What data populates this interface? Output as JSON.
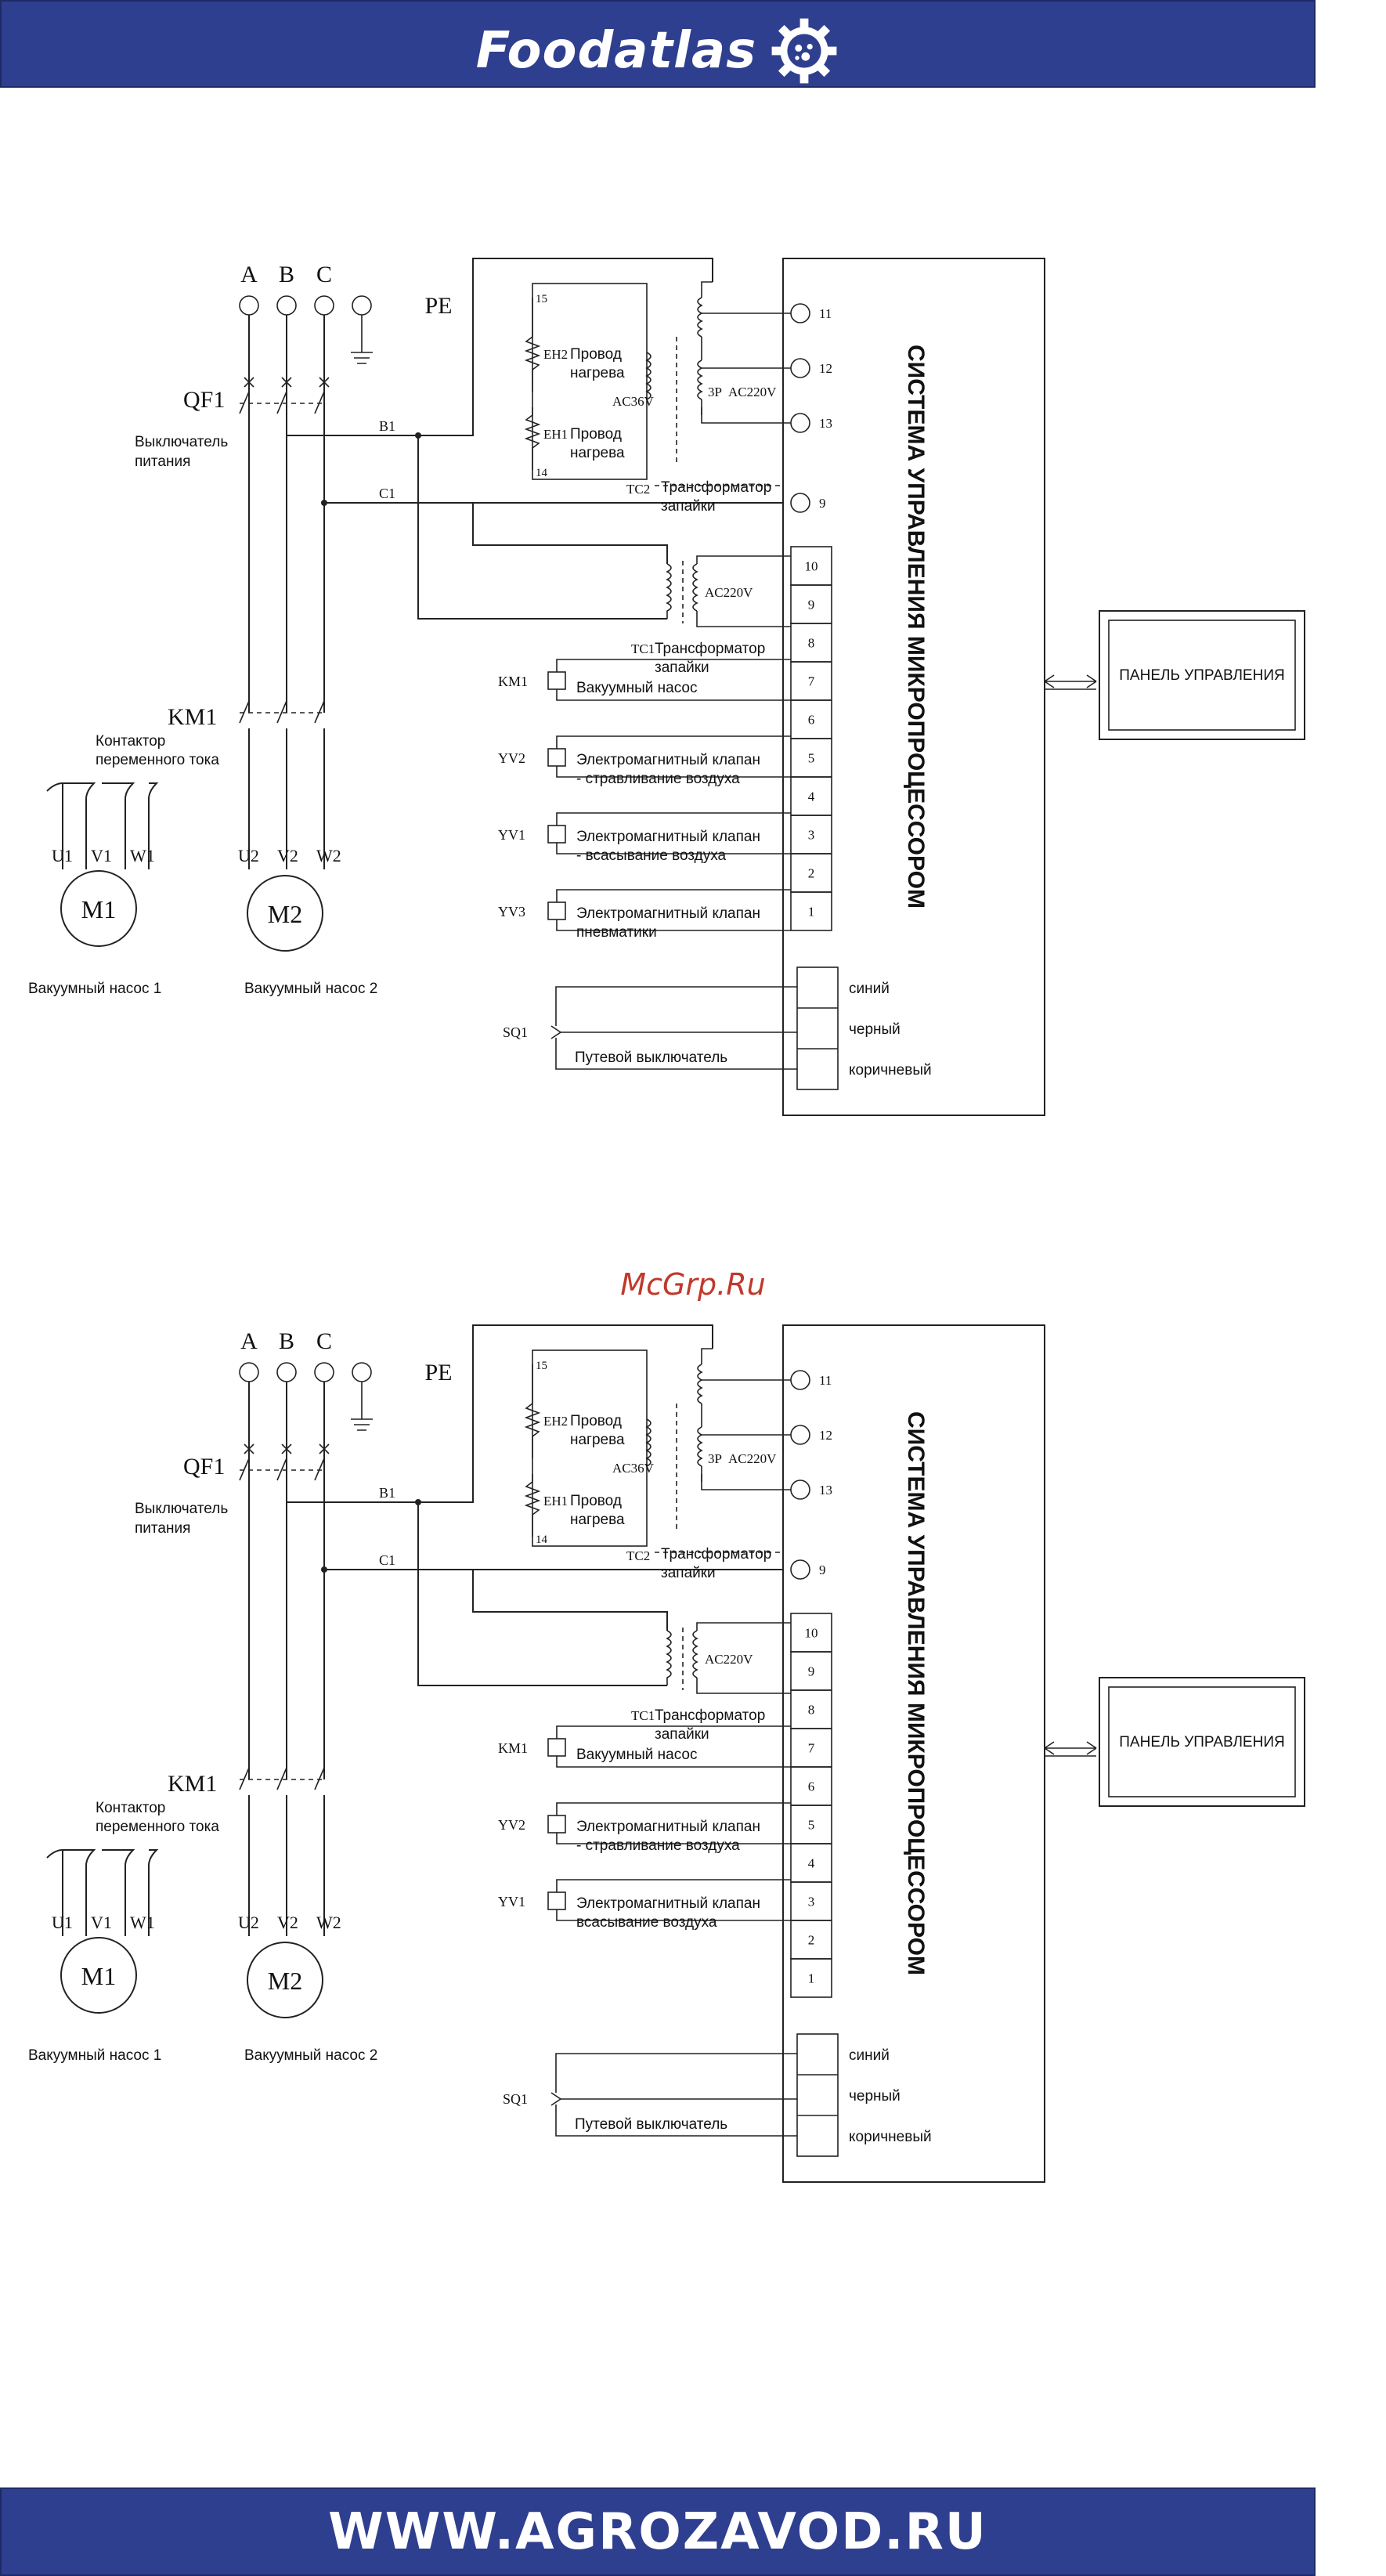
{
  "header": {
    "brand": "Foodatlas",
    "logo_icon": "gear-icon",
    "color": "#2f3f8f"
  },
  "footer": {
    "website": "WWW.AGROZAVOD.RU"
  },
  "watermark": {
    "text": "McGrp.Ru",
    "color": "#c0392b"
  },
  "diagrams": [
    {
      "phases": {
        "a": "A",
        "b": "B",
        "c": "C",
        "pe": "PE"
      },
      "qf1": {
        "label": "QF1",
        "desc1": "Выключатель",
        "desc2": "питания"
      },
      "lines": {
        "b1": "B1",
        "c1": "C1"
      },
      "heaters": {
        "eh2": "EH2",
        "eh1": "EH1",
        "text1": "Провод",
        "text2": "нагрева",
        "n15": "15",
        "n14": "14",
        "ac36": "AC36V"
      },
      "tc2": {
        "label": "TC2",
        "text1": "Трансформатор",
        "text2": "запайки",
        "phase": "3P",
        "ac": "AC220V"
      },
      "tc1": {
        "label": "TC1",
        "text1": "Трансформатор",
        "text2": "запайки",
        "ac": "AC220V"
      },
      "top_terminals": [
        "11",
        "12",
        "13",
        "9"
      ],
      "km1": {
        "label": "KM1",
        "contactor1": "Контактор",
        "contactor2": "переменного тока",
        "coil_label": "KM1",
        "pump": "Вакуумный насос"
      },
      "valves": [
        {
          "label": "YV2",
          "line1": "Электромагнитный клапан",
          "line2": "- стравливание воздуха"
        },
        {
          "label": "YV1",
          "line1": "Электромагнитный клапан",
          "line2": "- всасывание воздуха"
        },
        {
          "label": "YV3",
          "line1": "Электромагнитный клапан",
          "line2": "пневматики"
        }
      ],
      "terminals": [
        "10",
        "9",
        "8",
        "7",
        "6",
        "5",
        "4",
        "3",
        "2",
        "1"
      ],
      "controller": "СИСТЕМА УПРАВЛЕНИЯ МИКРОПРОЦЕССОРОМ",
      "panel": "ПАНЕЛЬ УПРАВЛЕНИЯ",
      "sq1": {
        "label": "SQ1",
        "desc": "Путевой выключатель",
        "wires": [
          "синий",
          "черный",
          "коричневый"
        ]
      },
      "motors": {
        "m1": "M1",
        "m2": "M2",
        "u1": "U1",
        "v1": "V1",
        "w1": "W1",
        "u2": "U2",
        "v2": "V2",
        "w2": "W2",
        "m1_desc": "Вакуумный насос 1",
        "m2_desc": "Вакуумный насос 2"
      }
    },
    {
      "phases": {
        "a": "A",
        "b": "B",
        "c": "C",
        "pe": "PE"
      },
      "qf1": {
        "label": "QF1",
        "desc1": "Выключатель",
        "desc2": "питания"
      },
      "lines": {
        "b1": "B1",
        "c1": "C1"
      },
      "heaters": {
        "eh2": "EH2",
        "eh1": "EH1",
        "text1": "Провод",
        "text2": "нагрева",
        "n15": "15",
        "n14": "14",
        "ac36": "AC36V"
      },
      "tc2": {
        "label": "TC2",
        "text1": "Трансформатор",
        "text2": "запайки",
        "phase": "3P",
        "ac": "AC220V"
      },
      "tc1": {
        "label": "TC1",
        "text1": "Трансформатор",
        "text2": "запайки",
        "ac": "AC220V"
      },
      "top_terminals": [
        "11",
        "12",
        "13",
        "9"
      ],
      "km1": {
        "label": "KM1",
        "contactor1": "Контактор",
        "contactor2": "переменного тока",
        "coil_label": "KM1",
        "pump": "Вакуумный насос"
      },
      "valves": [
        {
          "label": "YV2",
          "line1": "Электромагнитный клапан",
          "line2": "- стравливание воздуха"
        },
        {
          "label": "YV1",
          "line1": "Электромагнитный клапан",
          "line2": "всасывание воздуха"
        }
      ],
      "terminals": [
        "10",
        "9",
        "8",
        "7",
        "6",
        "5",
        "4",
        "3",
        "2",
        "1"
      ],
      "controller": "СИСТЕМА УПРАВЛЕНИЯ МИКРОПРОЦЕССОРОМ",
      "panel": "ПАНЕЛЬ УПРАВЛЕНИЯ",
      "sq1": {
        "label": "SQ1",
        "desc": "Путевой выключатель",
        "wires": [
          "синий",
          "черный",
          "коричневый"
        ]
      },
      "motors": {
        "m1": "M1",
        "m2": "M2",
        "u1": "U1",
        "v1": "V1",
        "w1": "W1",
        "u2": "U2",
        "v2": "V2",
        "w2": "W2",
        "m1_desc": "Вакуумный насос 1",
        "m2_desc": "Вакуумный насос 2"
      }
    }
  ]
}
